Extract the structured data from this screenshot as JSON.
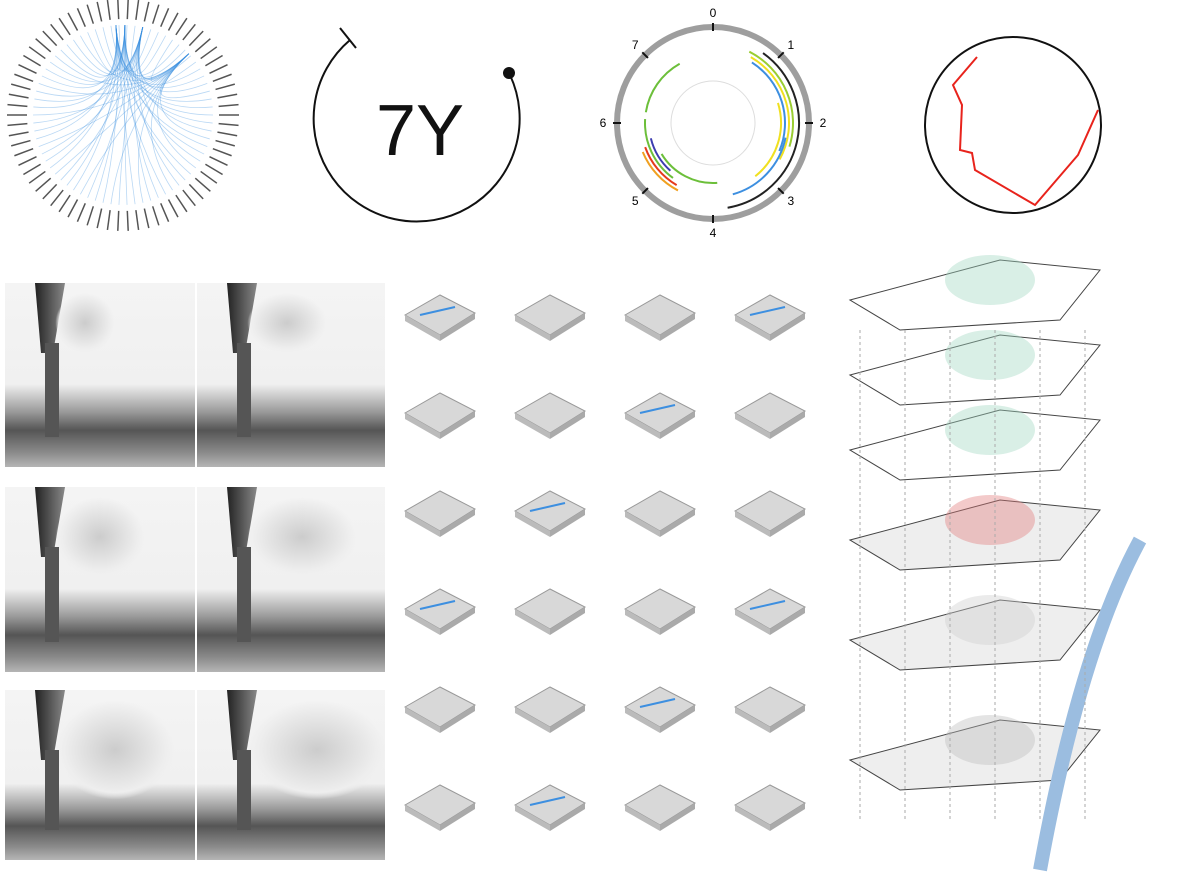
{
  "top_row": {
    "timer": {
      "label": "7Y"
    },
    "circular_timeline": {
      "ticks": [
        "0",
        "1",
        "2",
        "3",
        "4",
        "5",
        "6",
        "7"
      ]
    },
    "colors": {
      "chord": "#3a8fe0",
      "path": "#e8231c",
      "ring": "#9e9e9e"
    }
  },
  "photo_series": {
    "rows": 3,
    "columns": 2
  },
  "component_catalog": {
    "rows": 6,
    "columns": 4,
    "accent": "#3d8fe0"
  },
  "exploded_site_diagram": {
    "layers": 6
  }
}
